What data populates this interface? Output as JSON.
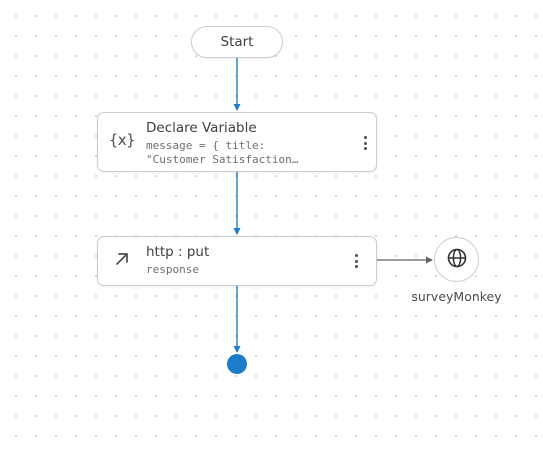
{
  "flow": {
    "start_label": "Start",
    "declare": {
      "icon": "variable-icon",
      "icon_text": "{x}",
      "title": "Declare Variable",
      "line1": "message = { title:",
      "line2": "\"Customer Satisfaction…"
    },
    "http": {
      "icon": "arrow-up-right-icon",
      "title": "http : put",
      "sub": "response"
    },
    "endpoint": {
      "icon": "globe-icon",
      "label": "surveyMonkey"
    }
  },
  "colors": {
    "link": "#1a7ccb",
    "side_link": "#5f6368",
    "node_border": "#c9cdd2",
    "end_dot": "#1a7ccb"
  }
}
